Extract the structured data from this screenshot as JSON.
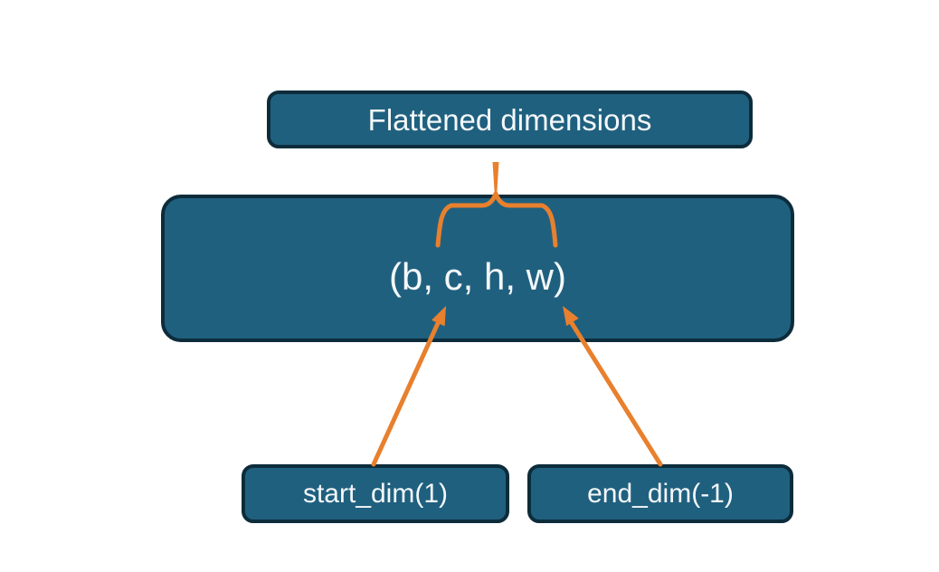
{
  "diagram": {
    "nodes": {
      "flattened": {
        "label": "Flattened dimensions"
      },
      "tensor": {
        "label": "(b, c, h, w)"
      },
      "start_dim": {
        "label": "start_dim(1)"
      },
      "end_dim": {
        "label": "end_dim(-1)"
      }
    },
    "connectors": {
      "brace": "brace-grouping-flattened-dims",
      "arrow_left": "start-dim-arrow-to-c",
      "arrow_right": "end-dim-arrow-to-w"
    }
  },
  "colors": {
    "background": "#ffffff",
    "node_fill": "#20607f",
    "node_border": "#0d2c3b",
    "connector": "#e8802e",
    "text": "#f4f8fa"
  }
}
